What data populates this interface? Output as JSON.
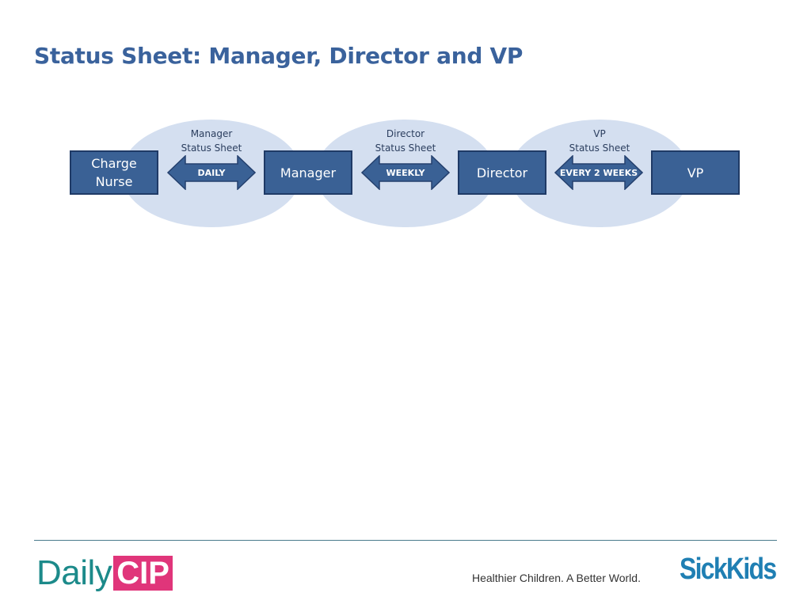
{
  "title": "Status Sheet: Manager, Director and VP",
  "stages": [
    {
      "label_line1": "Manager",
      "label_line2": "Status Sheet",
      "frequency": "DAILY"
    },
    {
      "label_line1": "Director",
      "label_line2": "Status Sheet",
      "frequency": "WEEKLY"
    },
    {
      "label_line1": "VP",
      "label_line2": "Status Sheet",
      "frequency": "EVERY 2 WEEKS"
    }
  ],
  "roles": [
    {
      "line1": "Charge",
      "line2": "Nurse"
    },
    {
      "line1": "Manager",
      "line2": ""
    },
    {
      "line1": "Director",
      "line2": ""
    },
    {
      "line1": "VP",
      "line2": ""
    }
  ],
  "footer": {
    "logo_daily_word": "Daily",
    "logo_cip_word": "CIP",
    "tagline": "Healthier Children. A Better World.",
    "logo_sickkids": "SickKids"
  },
  "colors": {
    "title": "#3a629c",
    "box_fill": "#3a6195",
    "box_border": "#1f3a66",
    "arrow_fill": "#3a6195",
    "ellipse_fill": "#d4dff0",
    "daily_teal": "#1c8a8a",
    "cip_pink": "#e0357a",
    "sickkids_blue": "#1f7fb3"
  }
}
